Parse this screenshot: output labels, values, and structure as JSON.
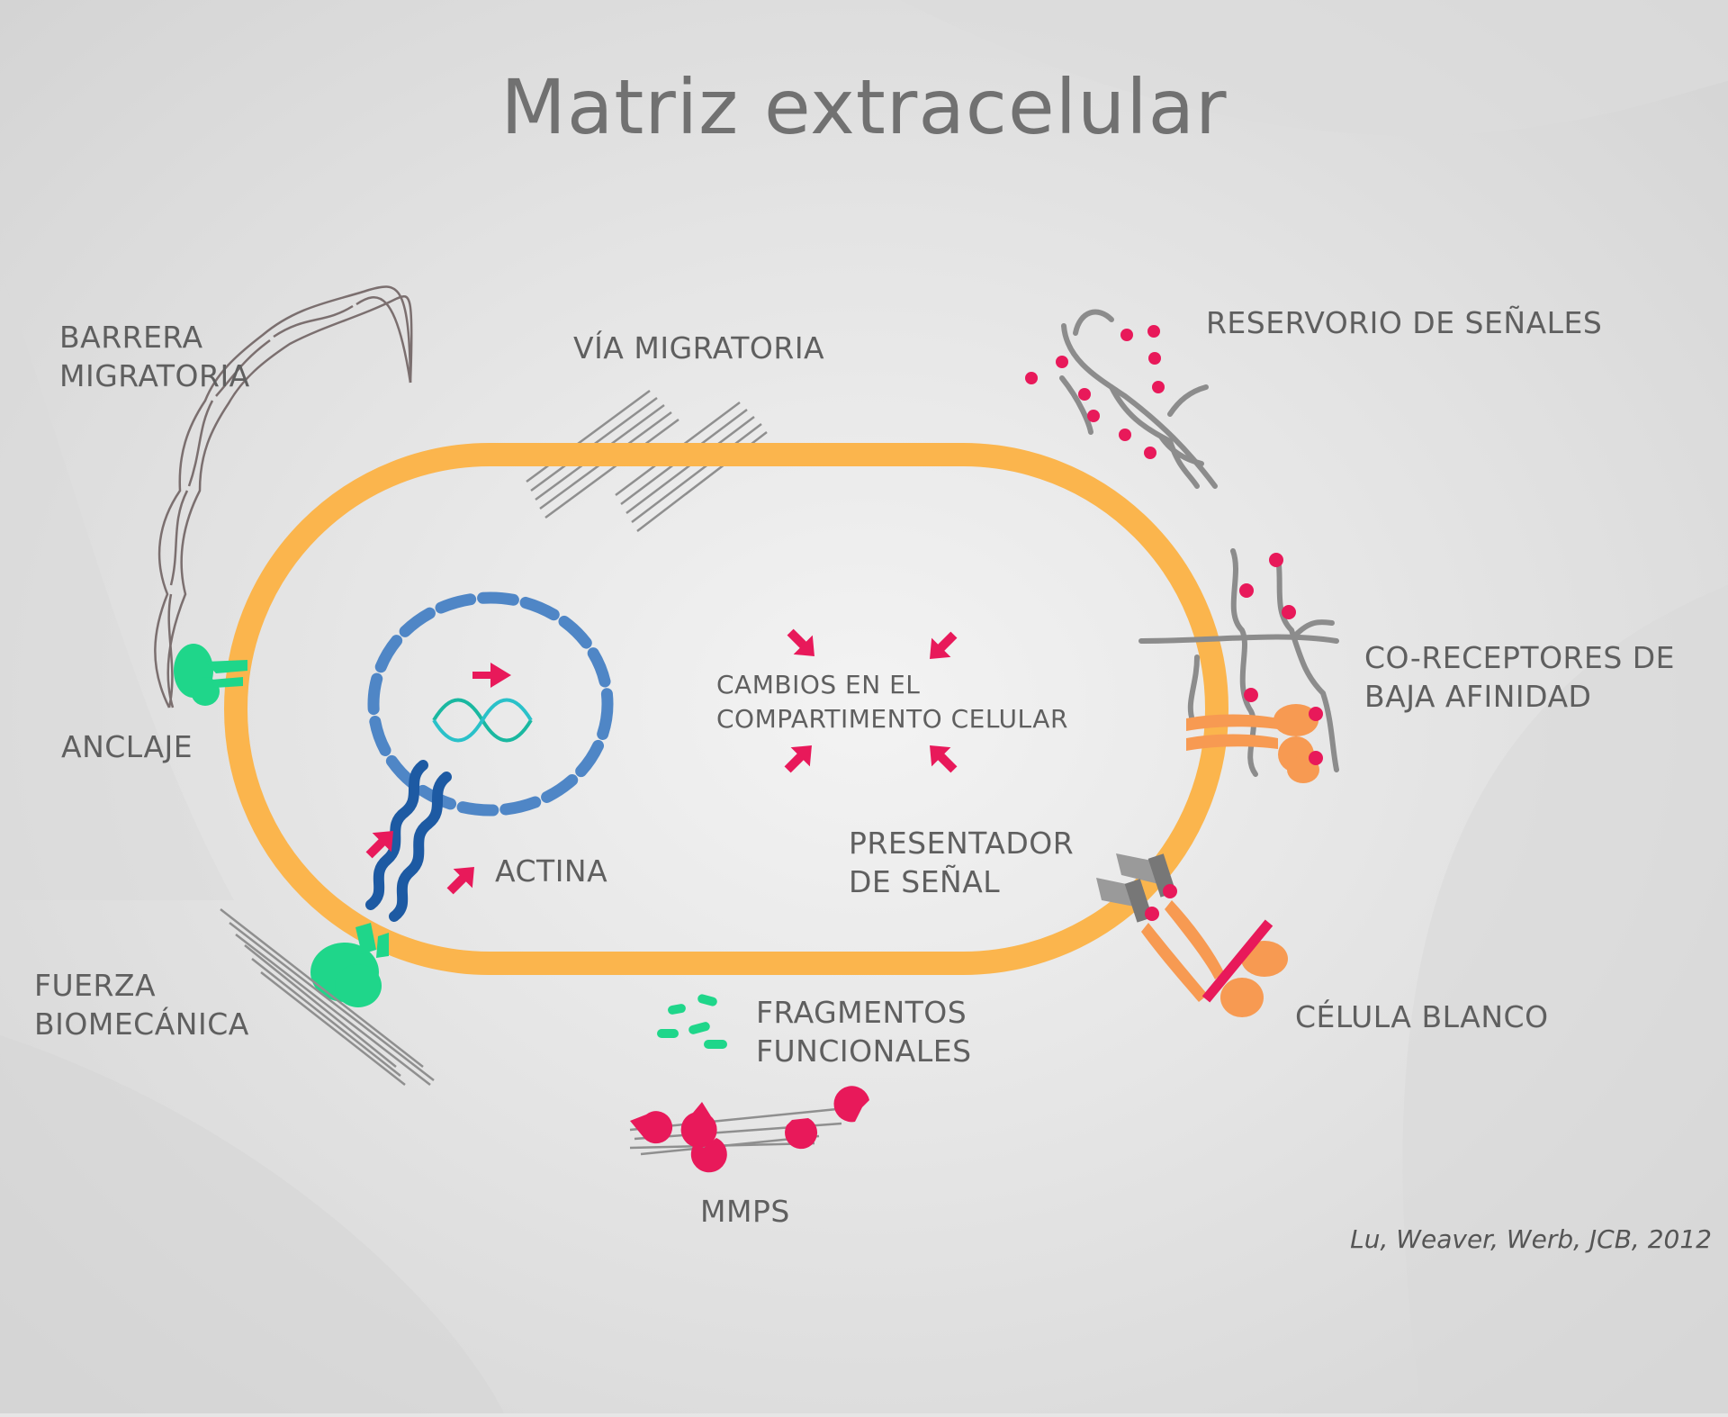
{
  "title": "Matriz extracelular",
  "labels": {
    "barrera": [
      "BARRERA",
      "MIGRATORIA"
    ],
    "via": "VÍA MIGRATORIA",
    "reservorio": "RESERVORIO DE SEÑALES",
    "coreceptores": [
      "CO-RECEPTORES DE",
      "BAJA AFINIDAD"
    ],
    "anclaje": "ANCLAJE",
    "cambios": [
      "CAMBIOS EN EL",
      "COMPARTIMENTO CELULAR"
    ],
    "presentador": [
      "PRESENTADOR",
      "DE SEÑAL"
    ],
    "actina": "ACTINA",
    "fuerza": [
      "FUERZA",
      "BIOMECÁNICA"
    ],
    "fragmentos": [
      "FRAGMENTOS",
      "FUNCIONALES"
    ],
    "celula": "CÉLULA BLANCO",
    "mmps": "MMPS"
  },
  "citation": "Lu, Weaver, Werb, JCB, 2012",
  "colors": {
    "membrane": "#fbb54d",
    "nucleus": "#4f86c6",
    "anchor": "#1fd68a",
    "signal": "#e8195a",
    "fiber": "#8a8a8a",
    "receptor": "#f79a52",
    "actin": "#1d5aa3"
  }
}
